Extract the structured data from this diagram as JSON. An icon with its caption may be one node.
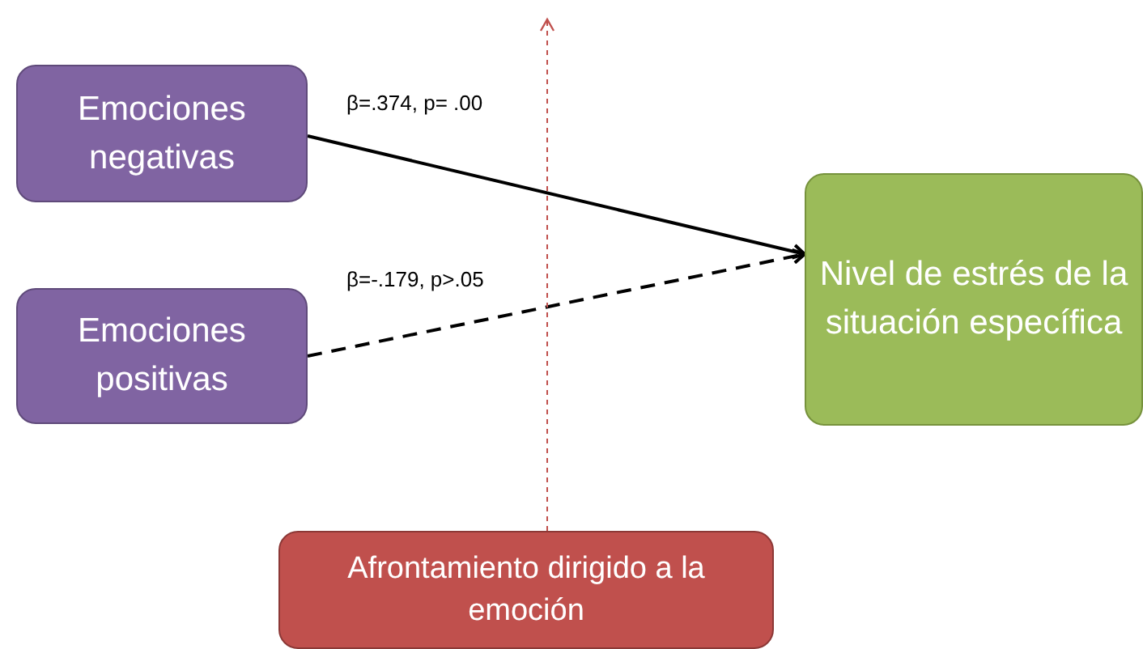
{
  "diagram": {
    "nodes": [
      {
        "text": [
          "Emociones negativas"
        ]
      },
      {
        "text": [
          "Emociones positivas"
        ]
      },
      {
        "text": [
          "Nivel de estrés de la situación específica"
        ]
      },
      {
        "text": [
          "Afrontamiento dirigido a la emoción"
        ]
      }
    ],
    "edges": [
      {
        "from": 0,
        "to": 2,
        "arrow": "to",
        "label": "β=.374, p= .00"
      },
      {
        "from": 1,
        "to": 2,
        "arrow": "to",
        "label": "β=-.179, p>.05",
        "style": "dashed"
      },
      {
        "from": 3,
        "to": null,
        "arrow": "to",
        "style": "dashed",
        "color": "#c0504d"
      }
    ]
  }
}
